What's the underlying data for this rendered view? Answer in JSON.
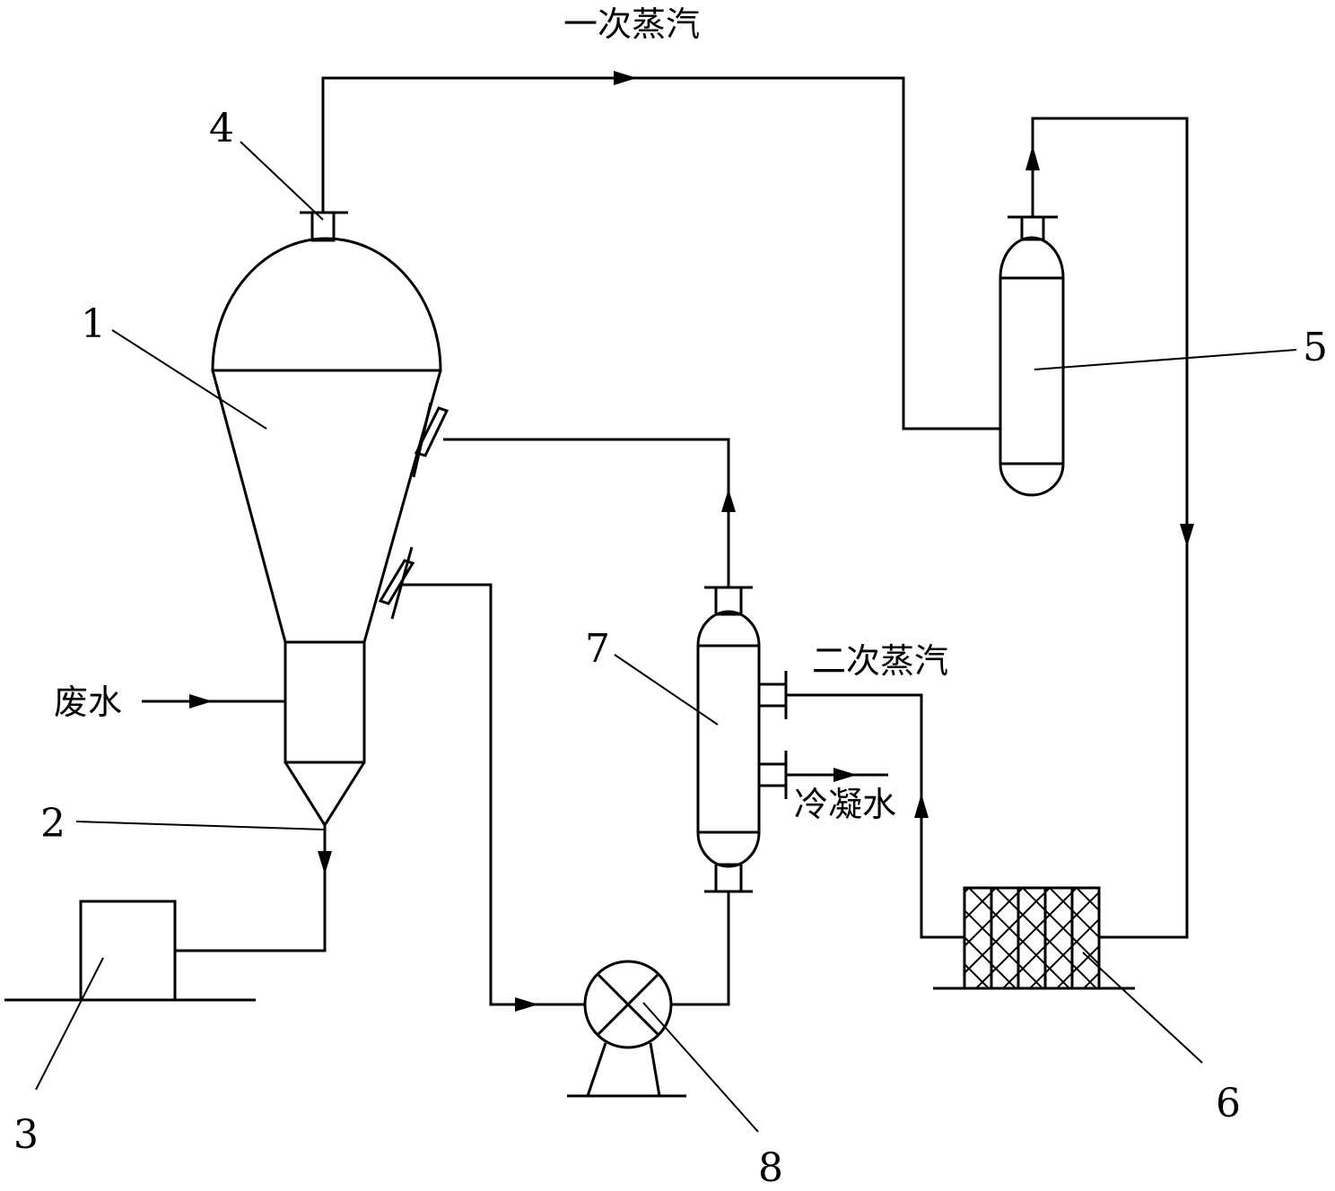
{
  "labels": {
    "n1": "1",
    "n2": "2",
    "n3": "3",
    "n4": "4",
    "n5": "5",
    "n6": "6",
    "n7": "7",
    "n8": "8",
    "primary_steam": "一次蒸汽",
    "secondary_steam": "二次蒸汽",
    "wastewater": "废水",
    "condensate": "冷凝水"
  }
}
